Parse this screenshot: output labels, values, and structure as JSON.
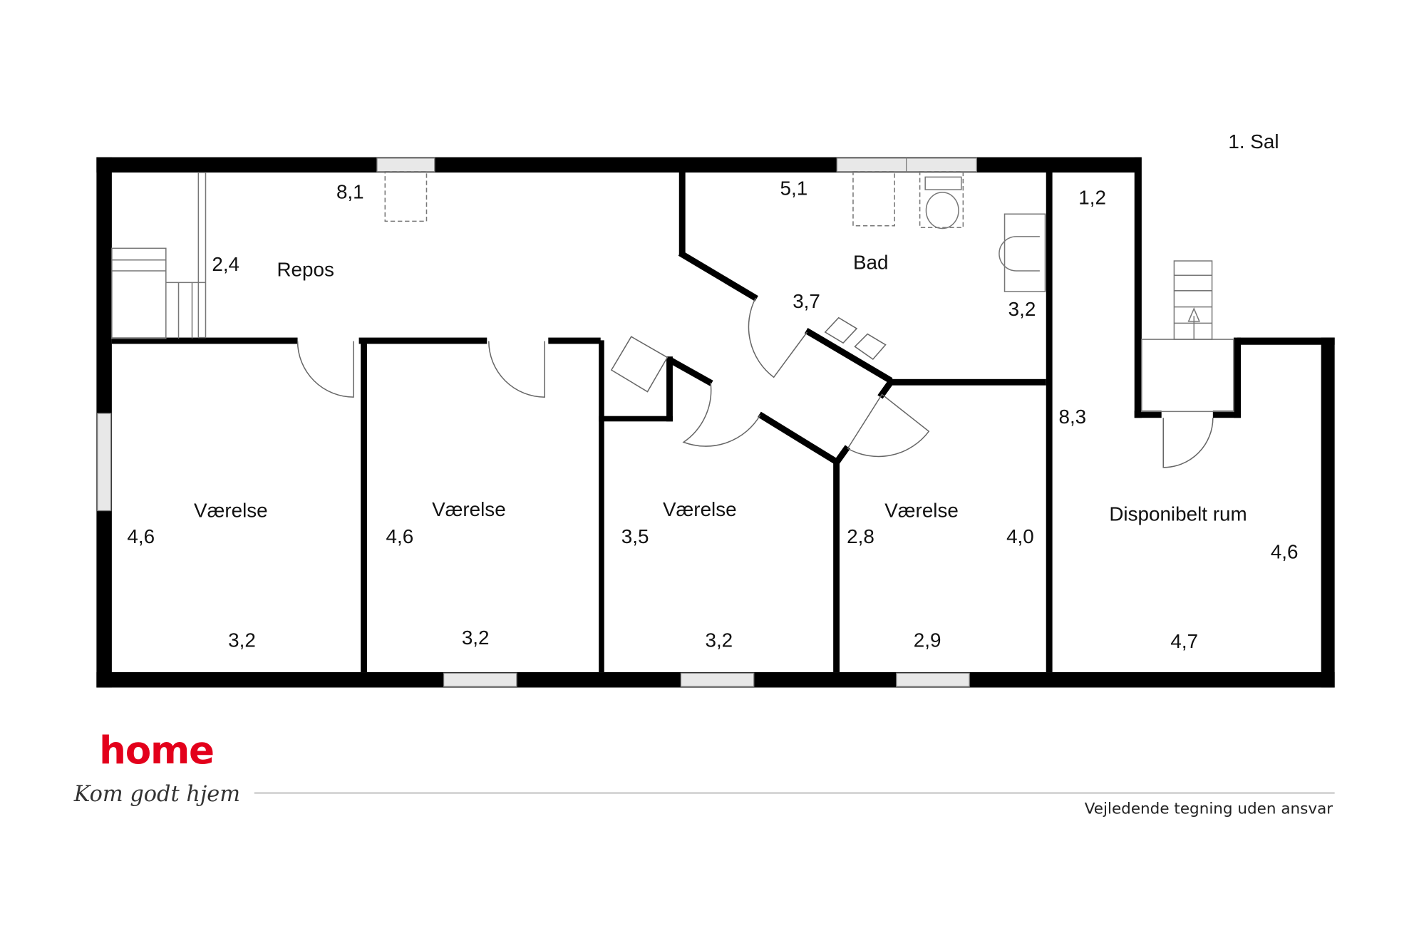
{
  "floor_label": "1. Sal",
  "rooms": [
    {
      "name": "Repos",
      "dims": [
        "8,1",
        "2,4"
      ]
    },
    {
      "name": "Bad",
      "dims": [
        "5,1",
        "3,7",
        "3,2"
      ]
    },
    {
      "name": "Værelse",
      "dims": [
        "4,6",
        "3,2"
      ]
    },
    {
      "name": "Værelse",
      "dims": [
        "4,6",
        "3,2"
      ]
    },
    {
      "name": "Værelse",
      "dims": [
        "3,5",
        "3,2"
      ]
    },
    {
      "name": "Værelse",
      "dims": [
        "2,8",
        "4,0",
        "2,9"
      ]
    },
    {
      "name": "Disponibelt rum",
      "dims": [
        "4,6",
        "4,7"
      ]
    }
  ],
  "corridor_dims": [
    "1,2",
    "8,3"
  ],
  "brand": {
    "name": "home",
    "tagline": "Kom godt hjem",
    "color": "#e3001b"
  },
  "disclaimer": "Vejledende tegning uden ansvar"
}
